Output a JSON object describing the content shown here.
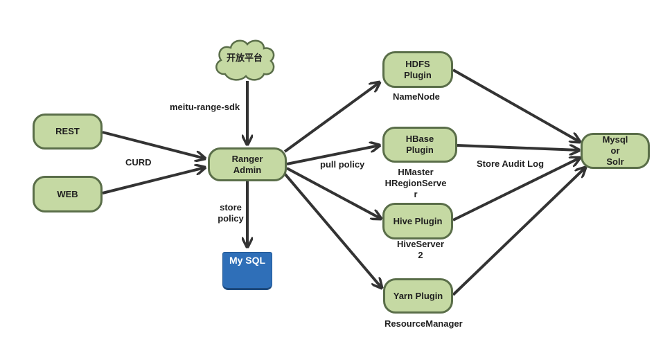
{
  "nodes": {
    "rest": "REST",
    "web": "WEB",
    "ranger_admin": [
      "Ranger",
      "Admin"
    ],
    "hdfs_plugin": [
      "HDFS",
      "Plugin"
    ],
    "hbase_plugin": [
      "HBase",
      "Plugin"
    ],
    "hive_plugin": "Hive Plugin",
    "yarn_plugin": "Yarn Plugin",
    "mysql_or_solr": [
      "Mysql",
      "or",
      "Solr"
    ],
    "open_platform": "开放平台",
    "mysql_db": "My SQL"
  },
  "labels": {
    "curd": "CURD",
    "sdk": "meitu-range-sdk",
    "pull_policy": "pull policy",
    "store_policy": [
      "store",
      "policy"
    ],
    "store_audit_log": "Store Audit Log",
    "namenode": "NameNode",
    "hbase_servers": [
      "HMaster",
      "HRegionServe",
      "r"
    ],
    "hiveserver": [
      "HiveServer",
      "2"
    ],
    "resourcemanager": "ResourceManager"
  },
  "colors": {
    "node_fill": "#c5d9a3",
    "node_border": "#5a6e49",
    "arrow": "#333333",
    "db_fill": "#2f6fb8"
  }
}
